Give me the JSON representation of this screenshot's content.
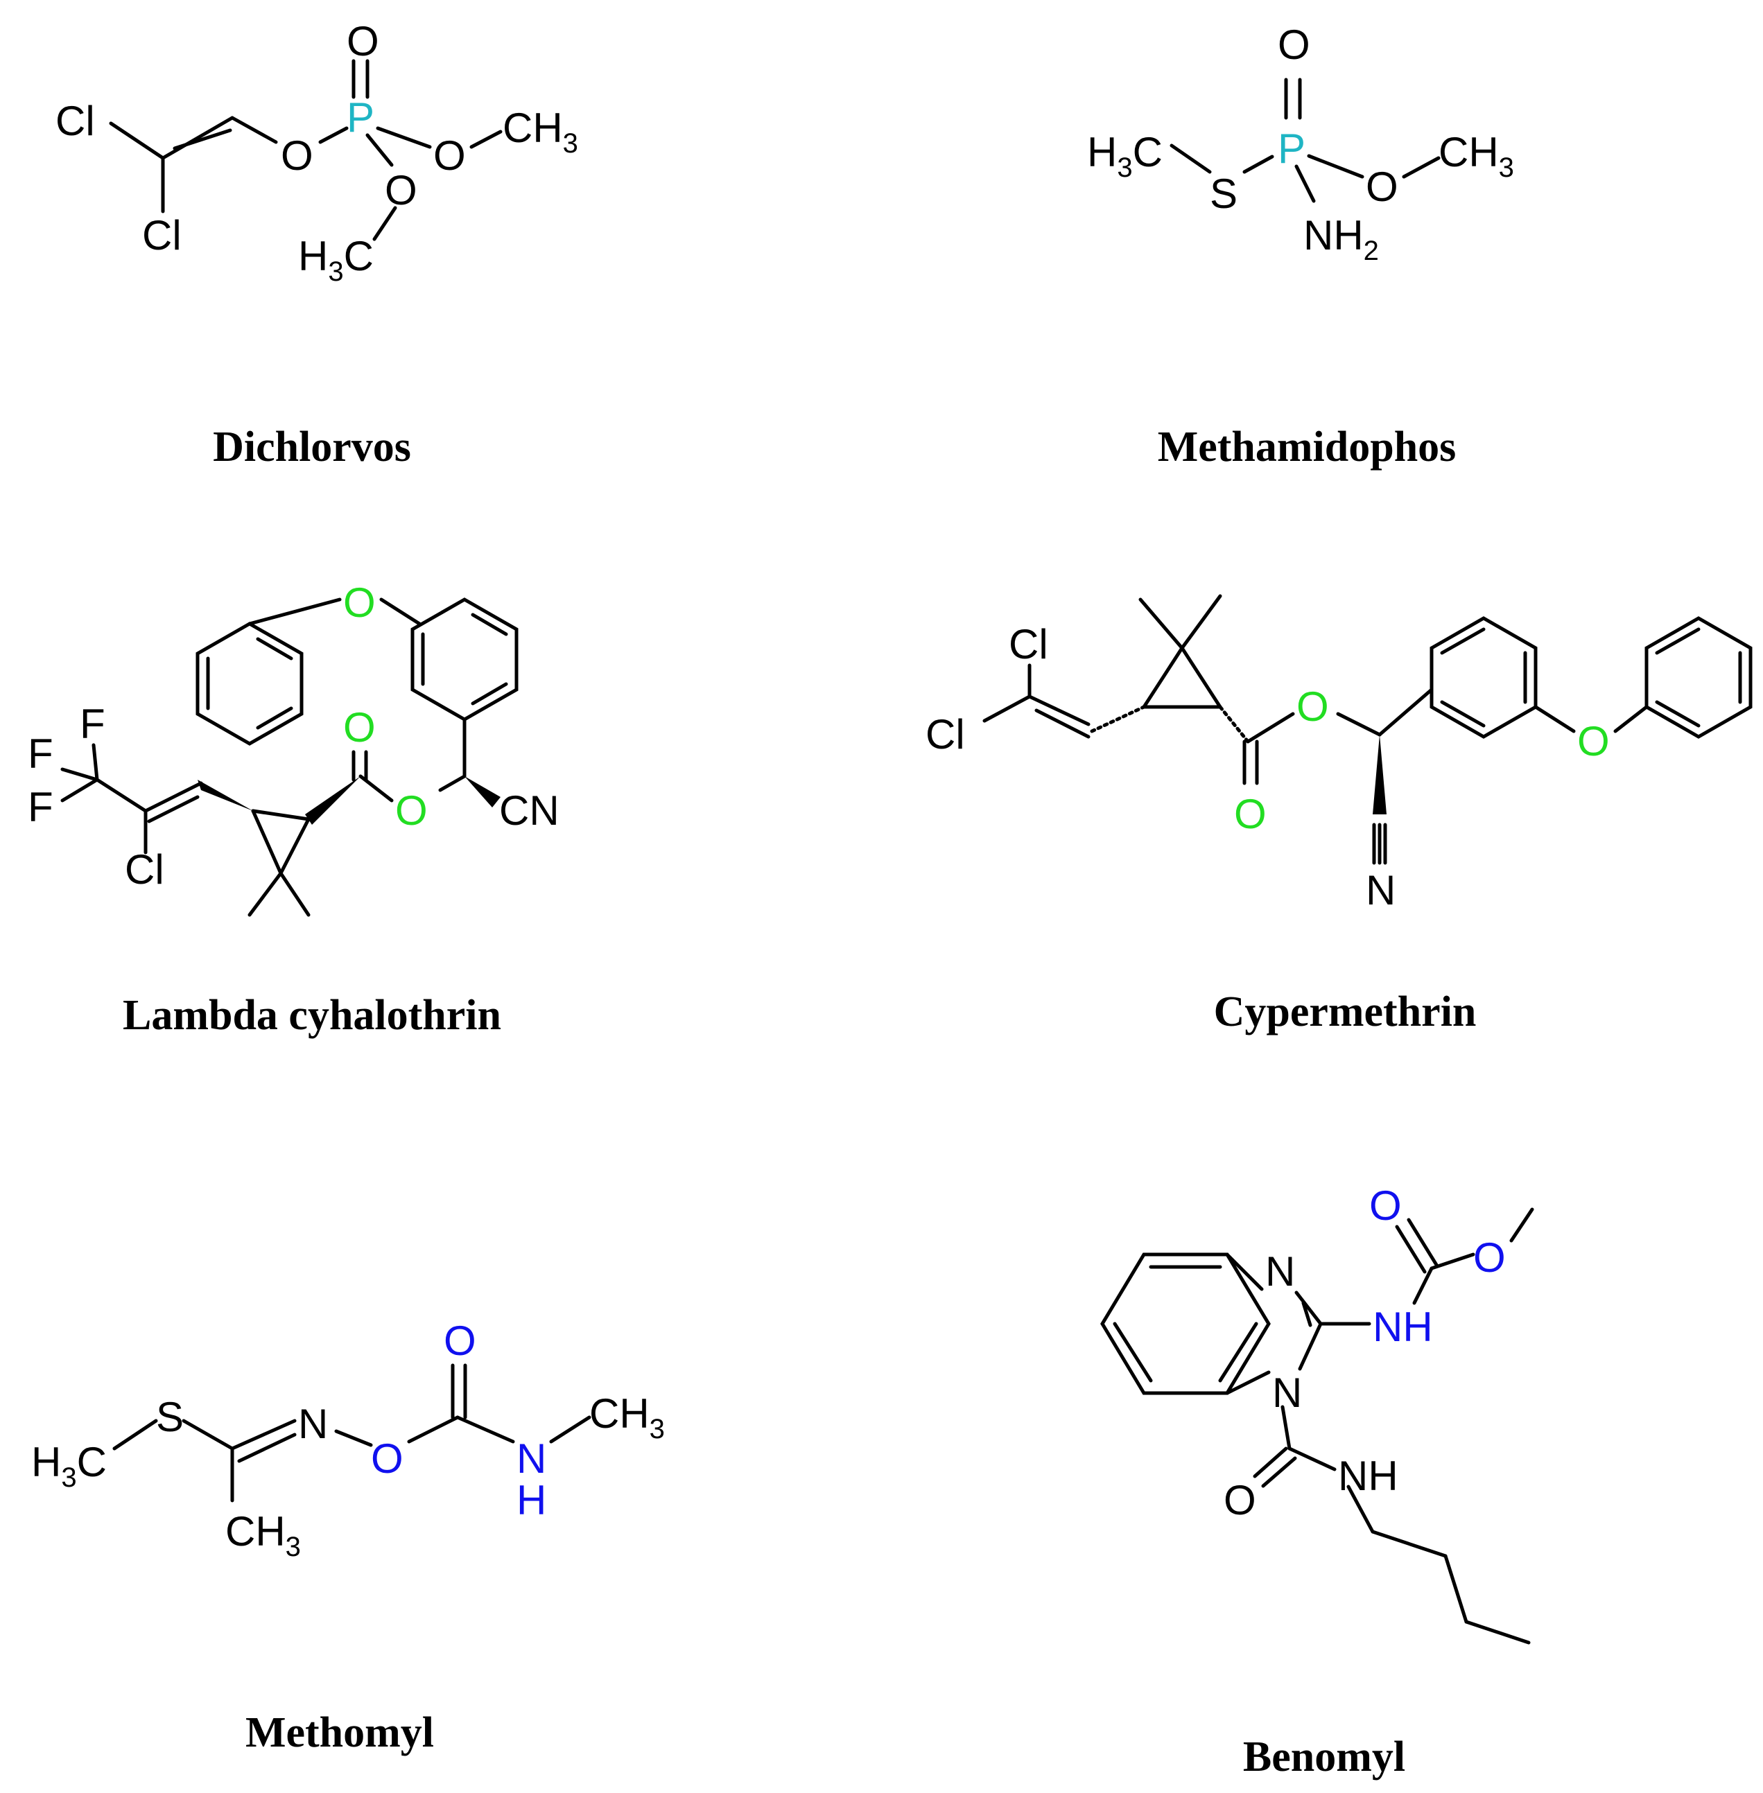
{
  "colors": {
    "phosphorus": "#1fb5c4",
    "oxygen_pyrethroid": "#22dd22",
    "hetero_carbamate": "#1010ee",
    "default": "#000000"
  },
  "compounds": [
    {
      "name": "Dichlorvos"
    },
    {
      "name": "Methamidophos"
    },
    {
      "name": "Lambda cyhalothrin"
    },
    {
      "name": "Cypermethrin"
    },
    {
      "name": "Methomyl"
    },
    {
      "name": "Benomyl"
    }
  ],
  "atoms": {
    "dichlorvos": {
      "cl1": "Cl",
      "cl2": "Cl",
      "o1": "O",
      "p": "P",
      "o_top": "O",
      "o2": "O",
      "ch3": "CH",
      "ch3_sub": "3",
      "o3": "O",
      "h3c": "H",
      "h3c_sub": "3",
      "h3c_c": "C"
    },
    "methamidophos": {
      "h3c": "H",
      "h3c_sub": "3",
      "h3c_c": "C",
      "s": "S",
      "p": "P",
      "o_top": "O",
      "o": "O",
      "ch3": "CH",
      "ch3_sub": "3",
      "nh2": "NH",
      "nh2_sub": "2"
    },
    "lambda": {
      "f1": "F",
      "f2": "F",
      "f3": "F",
      "cl": "Cl",
      "o_ether": "O",
      "o_carbonyl": "O",
      "o_ester": "O",
      "cn": "CN"
    },
    "cypermethrin": {
      "cl1": "Cl",
      "cl2": "Cl",
      "o_ester": "O",
      "o_carbonyl": "O",
      "o_ether": "O",
      "n": "N"
    },
    "methomyl": {
      "h3c": "H",
      "h3c_sub": "3",
      "h3c_c": "C",
      "s": "S",
      "n": "N",
      "o": "O",
      "o_top": "O",
      "nh_n": "N",
      "nh_h": "H",
      "ch3": "CH",
      "ch3_sub": "3",
      "ch3b": "CH",
      "ch3b_sub": "3"
    },
    "benomyl": {
      "n_top": "N",
      "n_bottom": "N",
      "nh1": "NH",
      "o_top": "O",
      "o_ester": "O",
      "nh2": "NH",
      "o_amide": "O"
    }
  }
}
